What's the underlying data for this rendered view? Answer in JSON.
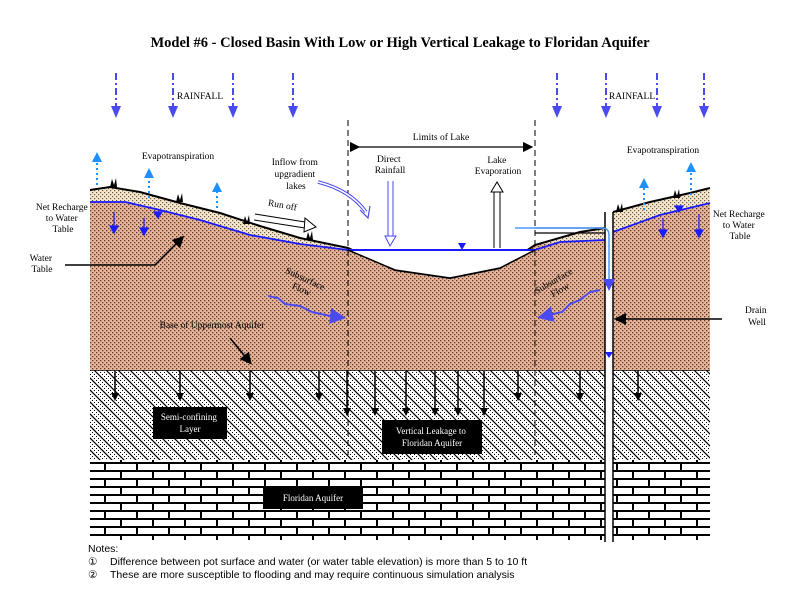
{
  "title": "Model #6 - Closed Basin With Low or High Vertical Leakage to Floridan Aquifer",
  "labels": {
    "rainfall_left": "RAINFALL",
    "rainfall_right": "RAINFALL",
    "evapotranspiration_left": "Evapotranspiration",
    "evapotranspiration_right": "Evapotranspiration",
    "inflow": [
      "Inflow from",
      "upgradient",
      "lakes"
    ],
    "limits_of_lake": "Limits of Lake",
    "direct_rainfall": [
      "Direct",
      "Rainfall"
    ],
    "lake_evaporation": [
      "Lake",
      "Evaporation"
    ],
    "runoff": "Run off",
    "net_recharge_left": [
      "Net Recharge",
      "to Water",
      "Table"
    ],
    "net_recharge_right": [
      "Net Recharge",
      "to Water",
      "Table"
    ],
    "water_table": [
      "Water",
      "Table"
    ],
    "subsurface_flow_left": [
      "Subsurface",
      "Flow"
    ],
    "subsurface_flow_right": [
      "Subsurface",
      "Flow"
    ],
    "base_of_aquifer": "Base of Uppermost Aquifer",
    "drain_well": [
      "Drain",
      "Well"
    ],
    "semi_confining": [
      "Semi-confining",
      "Layer"
    ],
    "vertical_leakage": [
      "Vertical Leakage to",
      "Floridan Aquifer"
    ],
    "floridan_aquifer": "Floridan Aquifer"
  },
  "notes": {
    "heading": "Notes:",
    "items": [
      {
        "bullet": "①",
        "text": "Difference between pot surface and water (or water table elevation) is more than 5 to 10 ft"
      },
      {
        "bullet": "②",
        "text": "These are more susceptible to flooding and may require continuous simulation analysis"
      }
    ]
  },
  "colors": {
    "soil": "#e8b49a",
    "sand": "#f5e6cc",
    "water": "#1a1aff",
    "rain_arrow": "#4a4af0",
    "evap_arrow": "#1e90ff"
  }
}
